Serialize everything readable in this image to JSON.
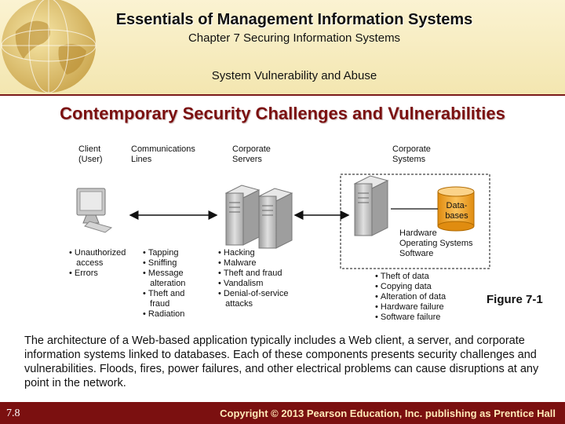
{
  "header": {
    "title": "Essentials of Management Information Systems",
    "chapter": "Chapter 7 Securing Information Systems",
    "section": "System Vulnerability and Abuse"
  },
  "slide": {
    "title": "Contemporary Security Challenges and Vulnerabilities"
  },
  "diagram": {
    "columns": {
      "client": [
        "Client",
        "(User)"
      ],
      "communications": [
        "Communications",
        "Lines"
      ],
      "servers": [
        "Corporate",
        "Servers"
      ],
      "systems": [
        "Corporate",
        "Systems"
      ]
    },
    "database": [
      "Data-",
      "bases"
    ],
    "system_components": [
      "Hardware",
      "Operating Systems",
      "Software"
    ],
    "client_risks": [
      "Unauthorized",
      "access",
      "Errors"
    ],
    "line_risks": [
      "Tapping",
      "Sniffing",
      "Message",
      "alteration",
      "Theft and",
      "fraud",
      "Radiation"
    ],
    "server_risks": [
      "Hacking",
      "Malware",
      "Theft and fraud",
      "Vandalism",
      "Denial-of-service",
      "attacks"
    ],
    "system_risks": [
      "Theft of data",
      "Copying data",
      "Alteration of data",
      "Hardware failure",
      "Software failure"
    ],
    "colors": {
      "database": "#f5a623",
      "server": "#c8c8c8",
      "monitor": "#d0d0d0"
    }
  },
  "figure_label": "Figure 7-1",
  "description": "The architecture of a Web-based application typically includes a Web client, a server, and corporate information systems linked to databases. Each of these components presents security challenges and vulnerabilities. Floods, fires, power failures, and other electrical problems can cause disruptions at any point in the network.",
  "footer": {
    "page_number": "7.8",
    "copyright": "Copyright © 2013 Pearson Education, Inc. publishing as Prentice Hall"
  },
  "colors": {
    "accent": "#7b1010",
    "header_bg": "#f3e6b0"
  }
}
